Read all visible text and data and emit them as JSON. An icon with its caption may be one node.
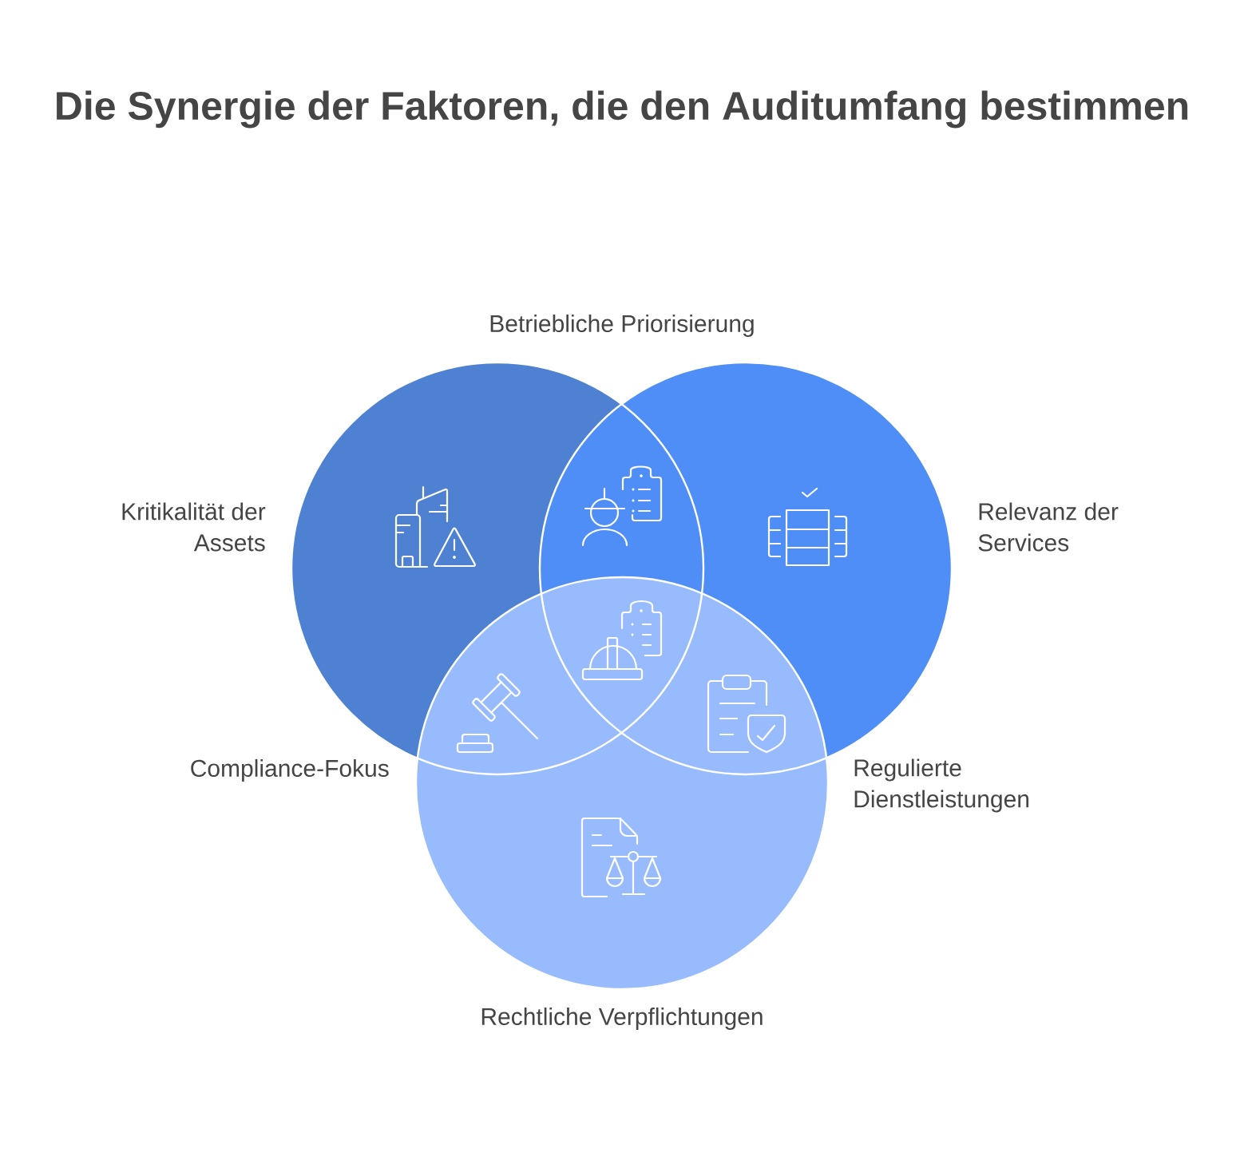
{
  "diagram": {
    "title": "Die Synergie der Faktoren, die den Auditumfang bestimmen",
    "nodes": [
      {
        "text": [
          "Kritikalität der Assets"
        ]
      },
      {
        "text": [
          "Relevanz der Services"
        ]
      },
      {
        "text": [
          "Rechtliche Verpflichtungen"
        ]
      }
    ],
    "labels": [
      "Betriebliche Priorisierung",
      "Compliance-Fokus",
      "Regulierte Dienstleistungen"
    ]
  }
}
